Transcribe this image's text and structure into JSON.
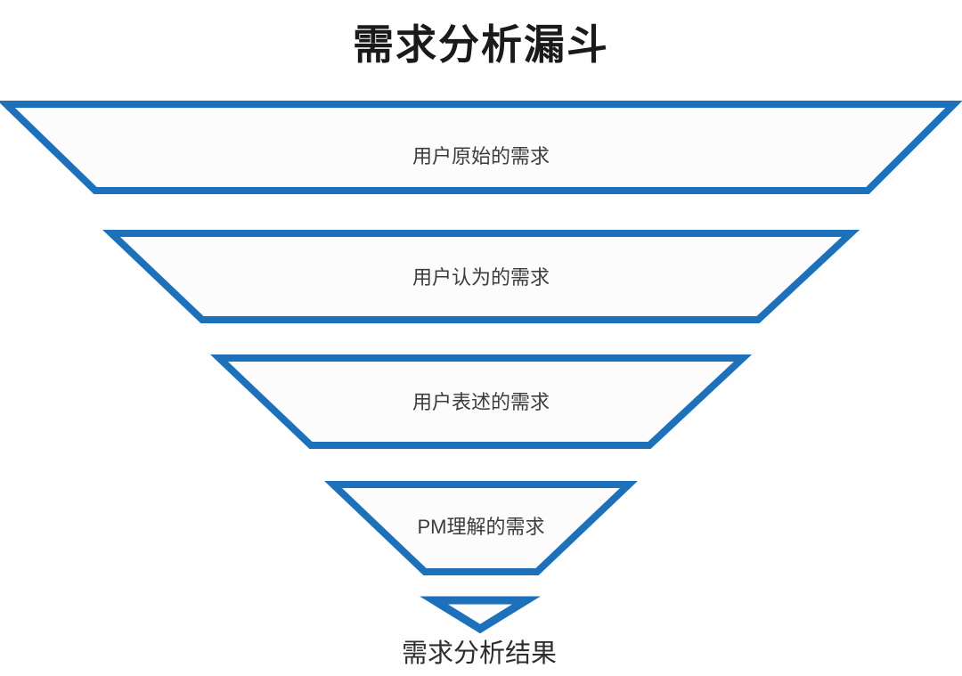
{
  "title": "需求分析漏斗",
  "colors": {
    "accent": "#1d71ba",
    "background": "#fefefe",
    "shape_fill": "#fcfcfc",
    "title_text": "#1a1a1a",
    "label_text": "#3c3c3c"
  },
  "funnel": {
    "type": "inverted-funnel",
    "levels": [
      {
        "label": "用户原始的需求"
      },
      {
        "label": "用户认为的需求"
      },
      {
        "label": "用户表述的需求"
      },
      {
        "label": "PM理解的需求"
      },
      {
        "label": "需求分析结果"
      }
    ]
  }
}
